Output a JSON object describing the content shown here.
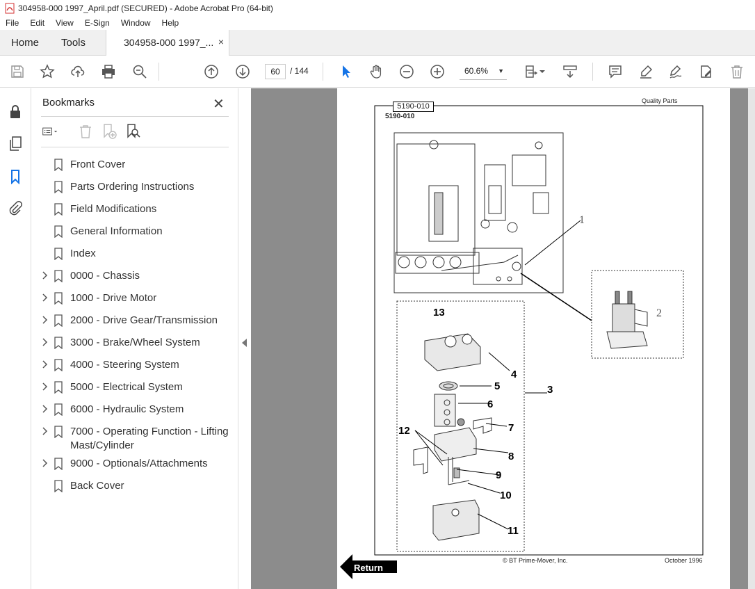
{
  "window": {
    "title": "304958-000 1997_April.pdf (SECURED) - Adobe Acrobat Pro (64-bit)"
  },
  "menu": [
    "File",
    "Edit",
    "View",
    "E-Sign",
    "Window",
    "Help"
  ],
  "tabs": {
    "home": "Home",
    "tools": "Tools",
    "document": "304958-000 1997_...",
    "close": "×"
  },
  "nav": {
    "page": "60",
    "total": "/ 144",
    "zoom": "60.6%"
  },
  "bookmarks": {
    "title": "Bookmarks",
    "close": "✕",
    "items": [
      {
        "label": "Front Cover",
        "expandable": false
      },
      {
        "label": "Parts Ordering Instructions",
        "expandable": false
      },
      {
        "label": "Field Modifications",
        "expandable": false
      },
      {
        "label": "General Information",
        "expandable": false
      },
      {
        "label": "Index",
        "expandable": false
      },
      {
        "label": "0000 - Chassis",
        "expandable": true
      },
      {
        "label": "1000 - Drive Motor",
        "expandable": true
      },
      {
        "label": "2000 - Drive Gear/Transmission",
        "expandable": true
      },
      {
        "label": "3000 - Brake/Wheel System",
        "expandable": true
      },
      {
        "label": "4000 - Steering System",
        "expandable": true
      },
      {
        "label": "5000 - Electrical System",
        "expandable": true
      },
      {
        "label": "6000 - Hydraulic System",
        "expandable": true
      },
      {
        "label": "7000 - Operating Function - Lifting",
        "label2": "Mast/Cylinder",
        "expandable": true
      },
      {
        "label": "9000 - Optionals/Attachments",
        "expandable": true
      },
      {
        "label": "Back Cover",
        "expandable": false
      }
    ]
  },
  "document": {
    "code_box": "5190-010",
    "code": "5190-010",
    "header_right": "Quality Parts",
    "footer_left": "© BT Prime-Mover, Inc.",
    "footer_right": "October 1996",
    "return_label": "Return",
    "callouts": [
      "1",
      "2",
      "3",
      "4",
      "5",
      "6",
      "7",
      "8",
      "9",
      "10",
      "11",
      "12",
      "13"
    ]
  },
  "icons": [
    "save-icon",
    "star-icon",
    "upload-icon",
    "print-icon",
    "zoom-search-icon",
    "page-up-icon",
    "page-down-icon",
    "select-cursor-icon",
    "hand-icon",
    "zoom-out-icon",
    "zoom-in-icon",
    "fit-page-icon",
    "scroll-mode-icon",
    "comment-icon",
    "highlight-icon",
    "sign-icon",
    "share-edit-icon",
    "trash-icon",
    "lock-icon",
    "copy-pages-icon",
    "bookmark-icon",
    "attachment-icon"
  ],
  "colors": {
    "accent": "#1473e6",
    "viewer_bg": "#8c8c8c"
  }
}
